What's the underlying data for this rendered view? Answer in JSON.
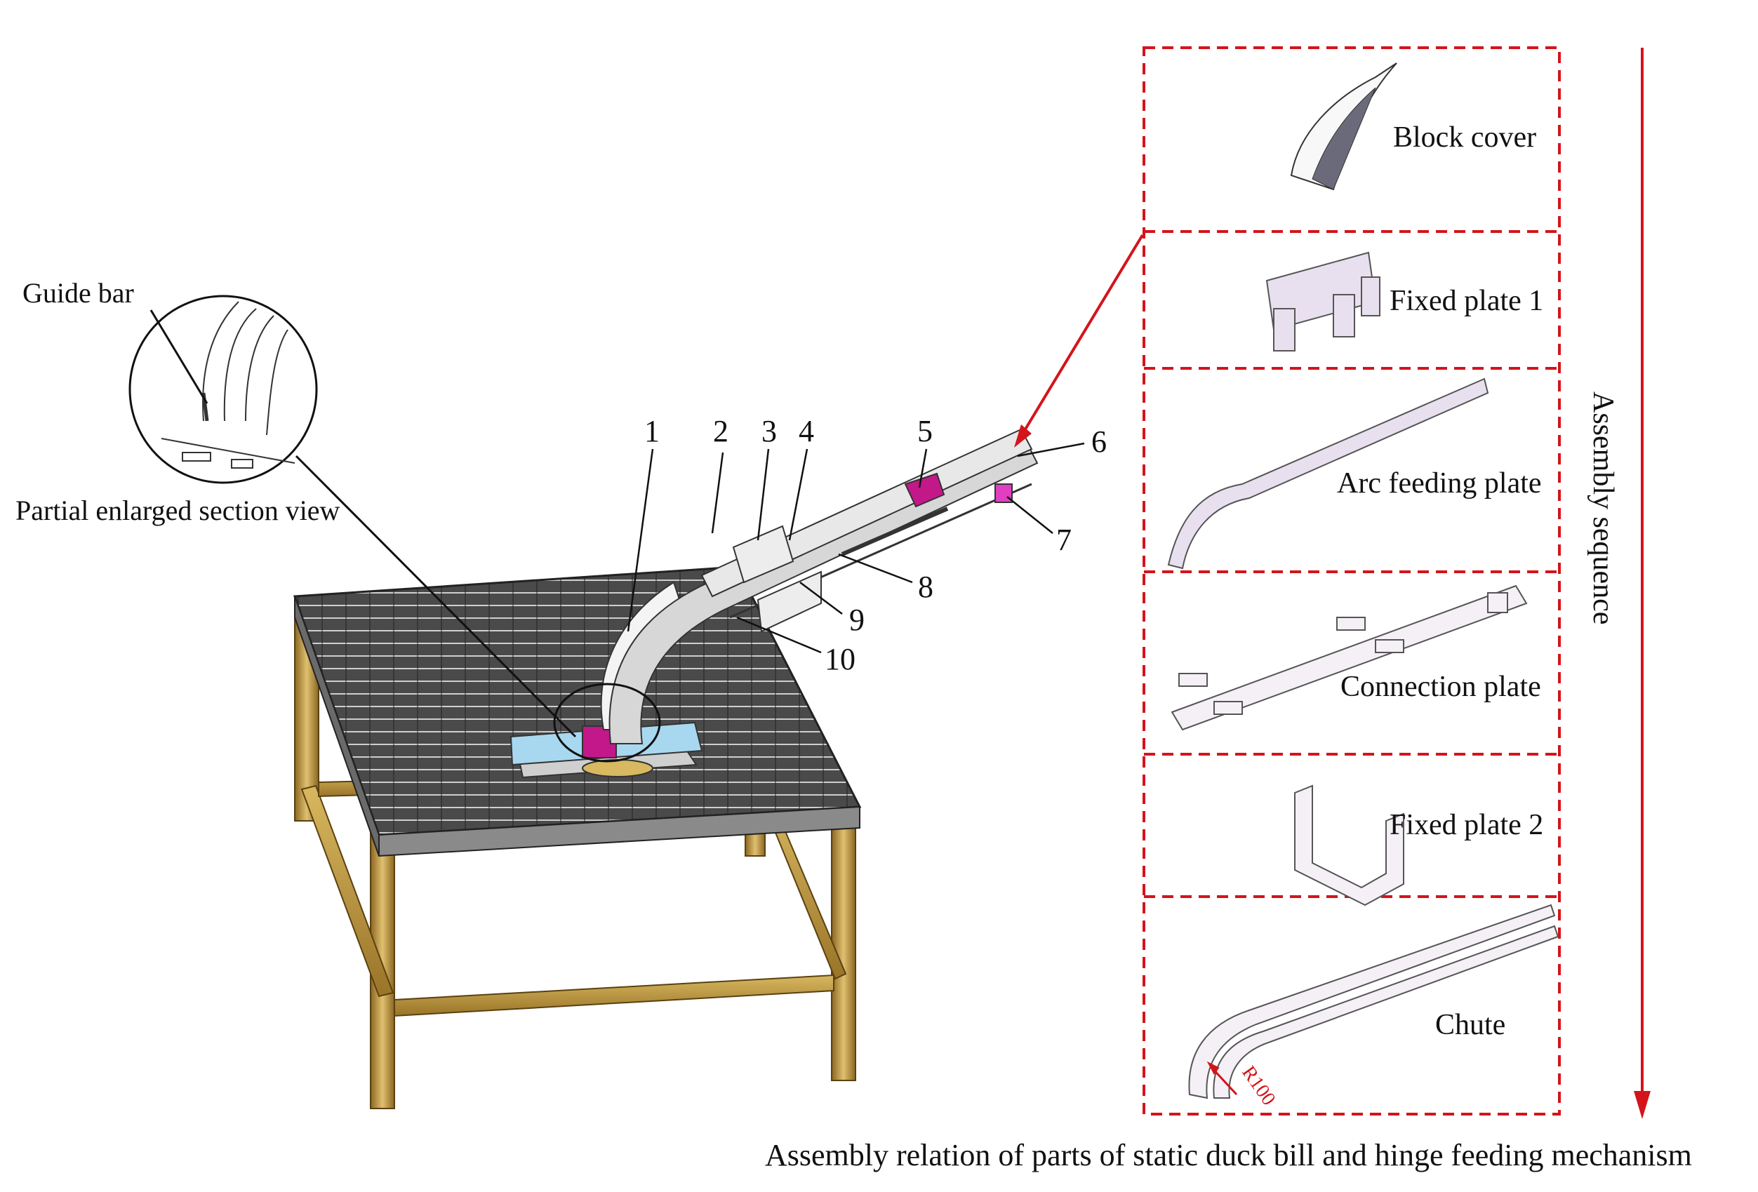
{
  "labels": {
    "guide_bar": "Guide bar",
    "partial_view": "Partial enlarged section view",
    "numbers": [
      "1",
      "2",
      "3",
      "4",
      "5",
      "6",
      "7",
      "8",
      "9",
      "10"
    ]
  },
  "assembly": {
    "parts": [
      "Block cover",
      "Fixed plate 1",
      "Arc feeding plate",
      "Connection plate",
      "Fixed plate 2",
      "Chute"
    ],
    "sequence_label": "Assembly sequence",
    "radius_label": "R100"
  },
  "caption": "Assembly relation of parts of static duck bill and hinge feeding mechanism",
  "colors": {
    "frame_red": "#d4141b",
    "table_leg": "#c89b3a",
    "table_top": "#3a3a3a",
    "magenta": "#c2188a",
    "blue_base": "#a8d8f0",
    "part_fill": "#e9e0ef"
  }
}
